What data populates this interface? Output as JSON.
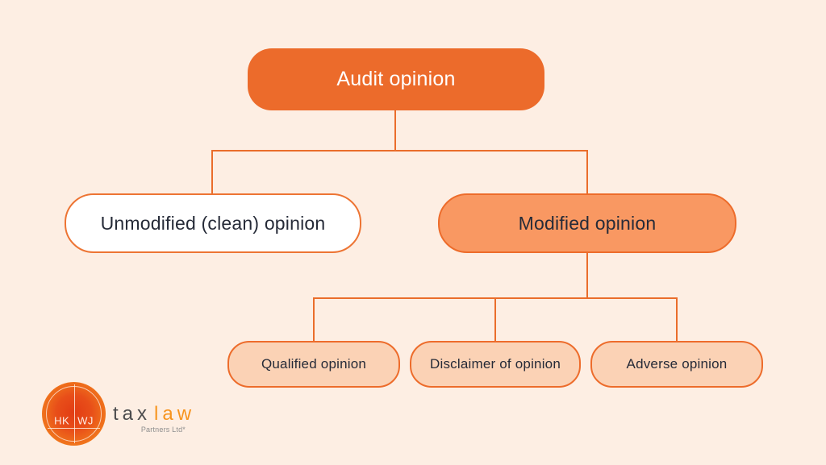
{
  "page": {
    "background_color": "#FDEEE3",
    "type": "flowchart-infographic"
  },
  "colors": {
    "primary_orange": "#EC6B2B",
    "connector_orange": "#EA6D2B",
    "modified_fill": "#F99862",
    "leaf_fill": "#FBD2B5",
    "dark_text": "#262B38",
    "white": "#FFFFFF",
    "brand_orange": "#F7941E",
    "brand_gray": "#4B4B4D"
  },
  "diagram": {
    "root": {
      "label": "Audit opinion"
    },
    "children": [
      {
        "label": "Unmodified (clean) opinion",
        "style": "white-outline",
        "children": []
      },
      {
        "label": "Modified opinion",
        "style": "medium-orange",
        "children": [
          {
            "label": "Qualified opinion"
          },
          {
            "label": "Disclaimer of opinion"
          },
          {
            "label": "Adverse opinion"
          }
        ]
      }
    ]
  },
  "logo": {
    "monogram_left": "HK",
    "monogram_right": "WJ",
    "word_tax": "tax",
    "word_law": "law",
    "subtitle": "Partners Ltd*"
  }
}
